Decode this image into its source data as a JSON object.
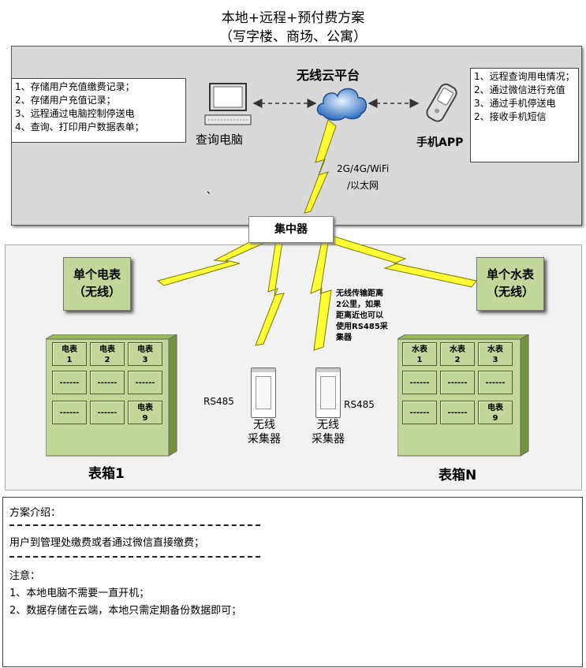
{
  "title": {
    "line1": "本地+远程+预付费方案",
    "line2": "（写字楼、商场、公寓）"
  },
  "cloud": {
    "label": "无线云平台"
  },
  "left_notes": [
    "1、存储用户充值缴费记录；",
    "2、存储用户充值记录；",
    "3、远程通过电脑控制停送电",
    "4、查询、打印用户数据表单；"
  ],
  "computer": {
    "label": "查询电脑"
  },
  "right_notes": [
    "1、远程查询用电情况；",
    "2、通过微信进行充值",
    "3、通过手机停送电",
    "2、接收手机短信"
  ],
  "phone": {
    "label": "手机APP"
  },
  "network": {
    "line1": "2G/4G/WiFi",
    "line2": "/以太网"
  },
  "stray_mark": "、",
  "concentrator": {
    "label": "集中器"
  },
  "single_elec": {
    "line1": "单个电表",
    "line2": "（无线）"
  },
  "single_water": {
    "line1": "单个水表",
    "line2": "（无线）"
  },
  "wireless_note": [
    "无线传输距离",
    "2公里，如果",
    "距离近也可以",
    "使用RS485采",
    "集器"
  ],
  "collector_left": {
    "line1": "无线",
    "line2": "采集器"
  },
  "collector_right": {
    "line1": "无线",
    "line2": "采集器"
  },
  "rs485_left": "RS485",
  "rs485_right": "RS485",
  "box1": {
    "label": "表箱1",
    "cells": [
      [
        "电表",
        "1"
      ],
      [
        "电表",
        "2"
      ],
      [
        "电表",
        "3"
      ],
      [
        "------",
        ""
      ],
      [
        "------",
        ""
      ],
      [
        "------",
        ""
      ],
      [
        "------",
        ""
      ],
      [
        "------",
        ""
      ],
      [
        "电表",
        "9"
      ]
    ]
  },
  "boxN": {
    "label": "表箱N",
    "cells": [
      [
        "水表",
        "1"
      ],
      [
        "水表",
        "2"
      ],
      [
        "水表",
        "3"
      ],
      [
        "------",
        ""
      ],
      [
        "------",
        ""
      ],
      [
        "------",
        ""
      ],
      [
        "------",
        ""
      ],
      [
        "------",
        ""
      ],
      [
        "电表",
        "9"
      ]
    ]
  },
  "intro": {
    "heading": "方案介绍：",
    "text": "用户到管理处缴费或者通过微信直接缴费；",
    "note_heading": "注意：",
    "notes": [
      "1、本地电脑不需要一直开机；",
      "2、数据存储在云端，本地只需定期备份数据即可；"
    ]
  }
}
